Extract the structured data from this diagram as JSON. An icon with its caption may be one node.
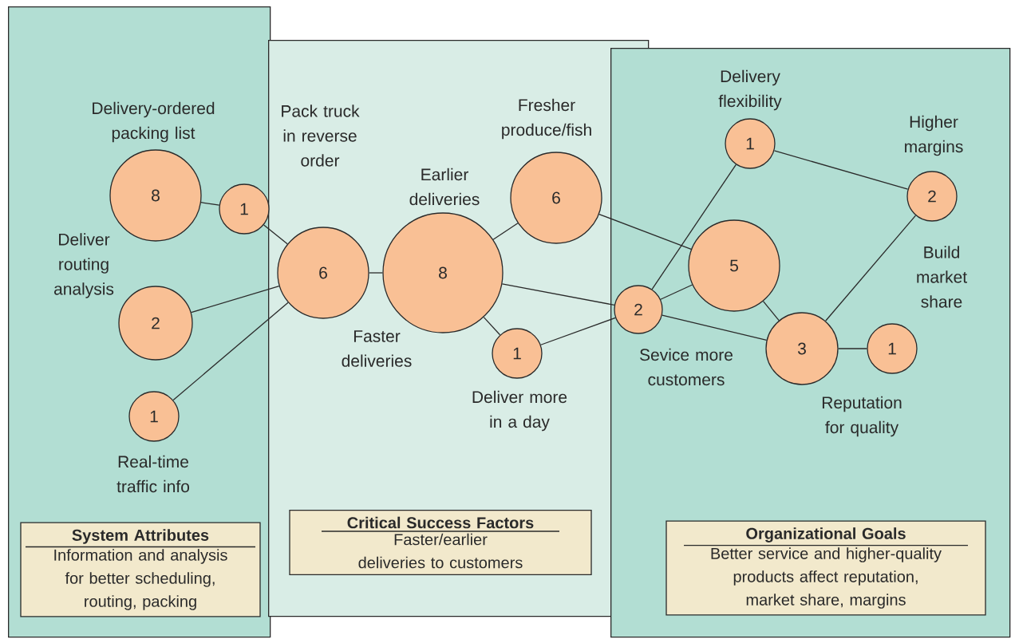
{
  "diagram": {
    "nodes": [
      {
        "text": [],
        "shape": "box"
      },
      {
        "text": [],
        "shape": "box"
      },
      {
        "text": [],
        "shape": "box"
      },
      {
        "text": [
          "8"
        ],
        "in": 0,
        "beside": [
          "Delivery-ordered packing list"
        ]
      },
      {
        "text": [
          "1"
        ],
        "in": 0,
        "beside": [
          "Pack truck in reverse order"
        ]
      },
      {
        "text": [
          "2"
        ],
        "in": 0,
        "beside": [
          "Deliver routing analysis"
        ]
      },
      {
        "text": [
          "1"
        ],
        "in": 0,
        "beside": [
          "Real-time traffic info"
        ]
      },
      {
        "text": [
          "6"
        ],
        "in": 1
      },
      {
        "text": [
          "8"
        ],
        "in": 1,
        "beside": [
          "Earlier deliveries"
        ]
      },
      {
        "text": [
          "6"
        ],
        "in": 1,
        "beside": [
          "Fresher produce/fish"
        ]
      },
      {
        "text": [
          "1"
        ],
        "in": 1,
        "beside": [
          "Deliver more in a day"
        ]
      },
      {
        "text": [
          "2"
        ],
        "in": 2,
        "beside": [
          "Sevice more customers"
        ]
      },
      {
        "text": [
          "1"
        ],
        "in": 2,
        "beside": [
          "Delivery flexibility"
        ]
      },
      {
        "text": [
          "5"
        ],
        "in": 2
      },
      {
        "text": [
          "2"
        ],
        "in": 2,
        "beside": [
          "Higher margins"
        ]
      },
      {
        "text": [
          "3"
        ],
        "in": 2
      },
      {
        "text": [
          "1"
        ],
        "in": 2
      },
      {
        "text": [
          "System Attributes",
          "Information and analysis for better scheduling, routing, packing"
        ],
        "in": 0
      },
      {
        "text": [
          "Critical Success Factors",
          "Faster/earlier deliveries to customers"
        ],
        "in": 1
      },
      {
        "text": [
          "Organizational Goals",
          "Better service and higher-quality products affect reputation, market share, margins"
        ],
        "in": 2
      }
    ],
    "edges": [
      {
        "from": 3,
        "to": 4,
        "arrow": "none"
      },
      {
        "from": 4,
        "to": 7,
        "arrow": "none"
      },
      {
        "from": 5,
        "to": 7,
        "arrow": "none"
      },
      {
        "from": 6,
        "to": 7,
        "arrow": "none"
      },
      {
        "from": 7,
        "to": 8,
        "arrow": "none"
      },
      {
        "from": 8,
        "to": 9,
        "arrow": "none"
      },
      {
        "from": 8,
        "to": 10,
        "arrow": "none"
      },
      {
        "from": 8,
        "to": 11,
        "arrow": "none"
      },
      {
        "from": 10,
        "to": 11,
        "arrow": "none"
      },
      {
        "from": 9,
        "to": 13,
        "arrow": "none"
      },
      {
        "from": 11,
        "to": 12,
        "arrow": "none"
      },
      {
        "from": 11,
        "to": 13,
        "arrow": "none"
      },
      {
        "from": 11,
        "to": 15,
        "arrow": "none"
      },
      {
        "from": 12,
        "to": 14,
        "arrow": "none"
      },
      {
        "from": 13,
        "to": 15,
        "arrow": "none"
      },
      {
        "from": 15,
        "to": 14,
        "arrow": "none"
      },
      {
        "from": 15,
        "to": 16,
        "arrow": "none"
      }
    ],
    "labels": [
      "Build market share",
      "Faster deliveries",
      "Reputation for quality"
    ]
  }
}
